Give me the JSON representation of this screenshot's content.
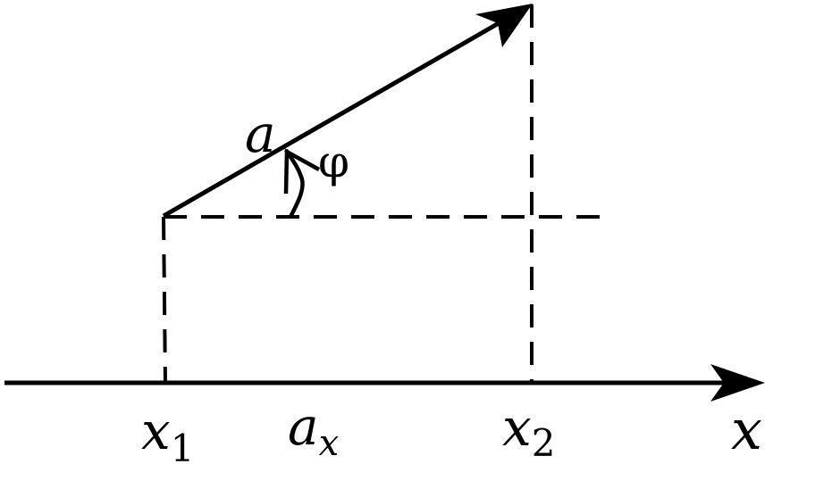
{
  "labels": {
    "vector": "a",
    "angle": "φ",
    "x1_base": "x",
    "x1_sub": "1",
    "projection_base": "a",
    "projection_sub": "x",
    "x2_base": "x",
    "x2_sub": "2",
    "axis": "x"
  },
  "colors": {
    "stroke": "#000000",
    "background": "#ffffff"
  }
}
